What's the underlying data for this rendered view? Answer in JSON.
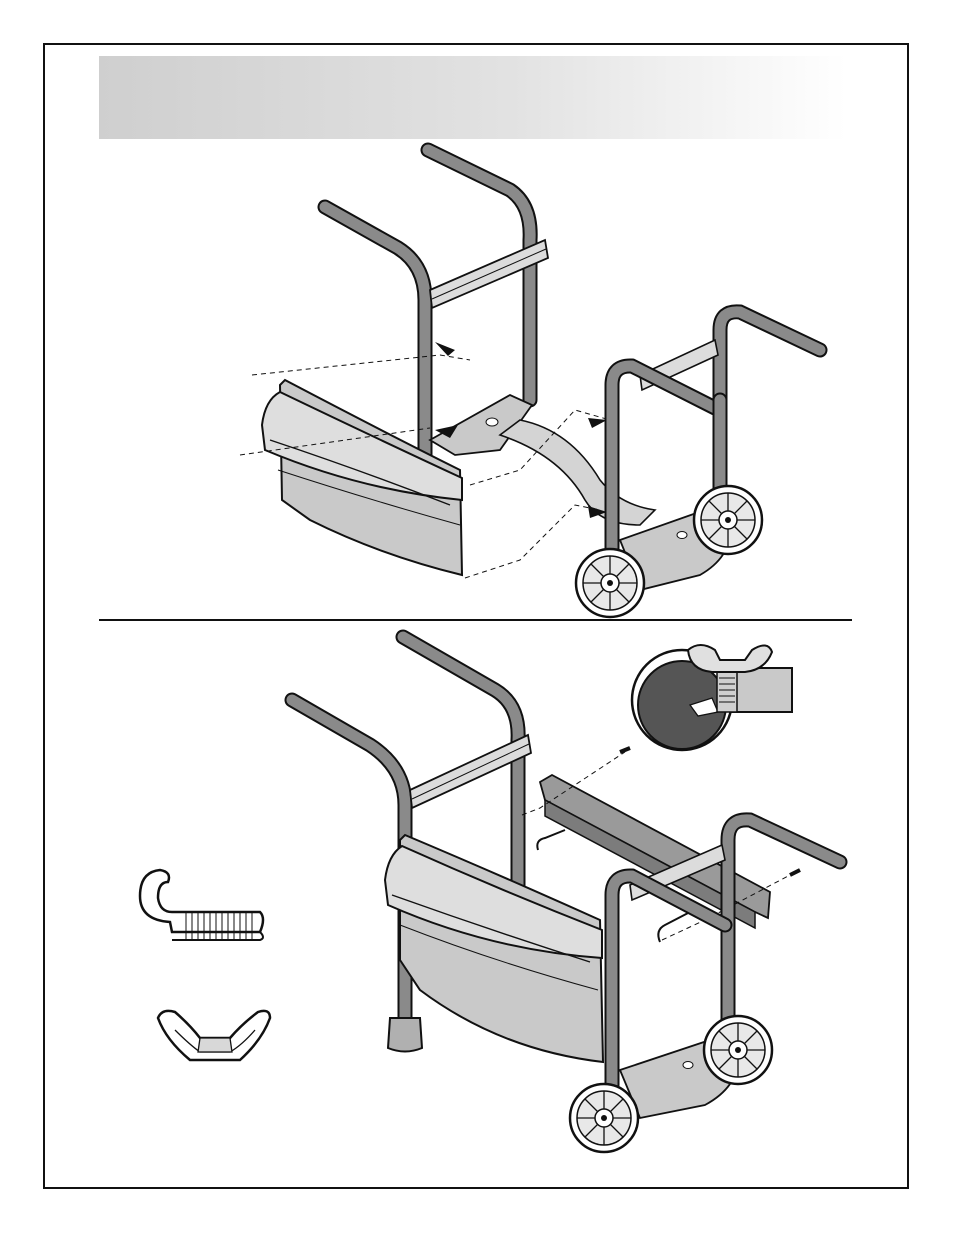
{
  "page": {
    "header_text": "",
    "colors": {
      "frame": "#111111",
      "tube": "#8a8a8a",
      "tray": "#c9c9c9",
      "header_gradient_start": "#cfcfcf",
      "header_gradient_end": "#ffffff"
    }
  },
  "figures": {
    "top": {
      "name": "cart-frame-assembly"
    },
    "bottom": {
      "name": "bracket-and-tray-assembly"
    },
    "inset": {
      "name": "wing-nut-detail"
    },
    "hardware": [
      "j-bolt-icon",
      "wing-nut-icon"
    ]
  }
}
